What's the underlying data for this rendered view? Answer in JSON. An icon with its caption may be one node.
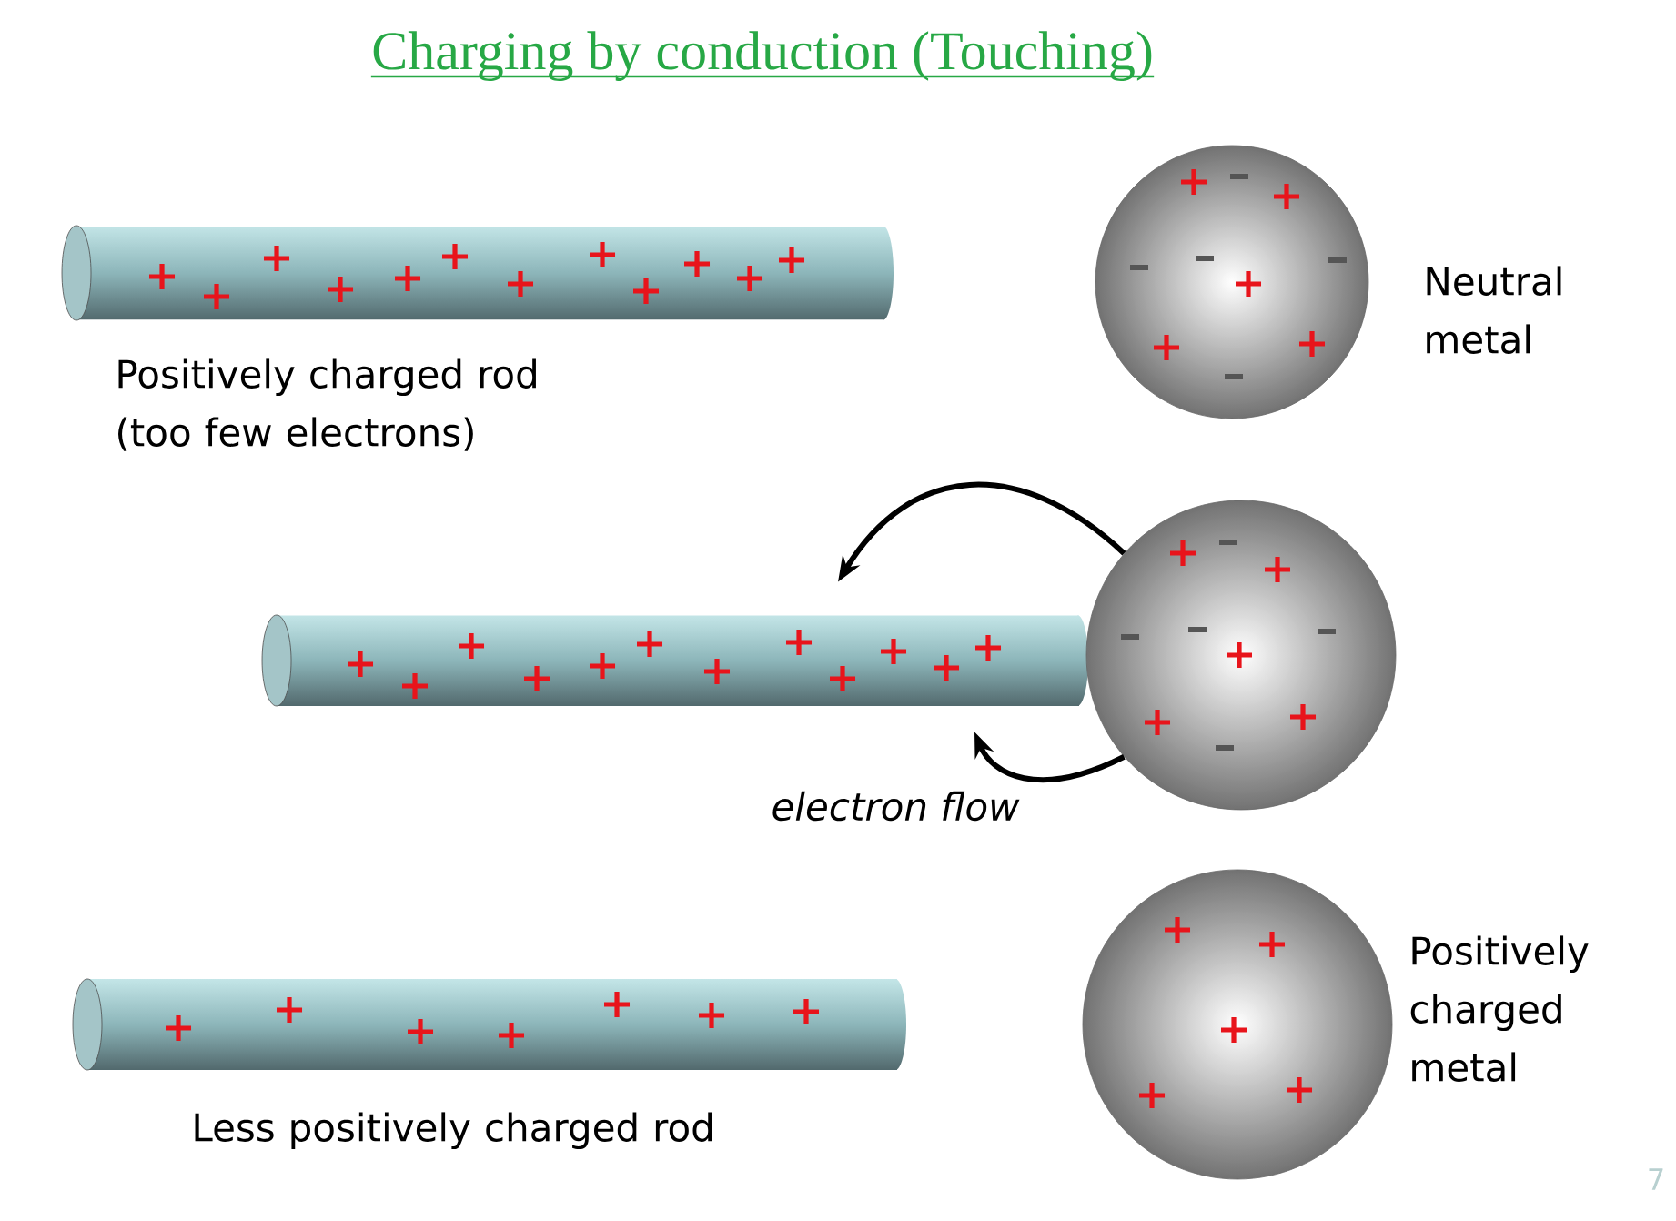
{
  "diagram": {
    "title": "Charging by conduction (Touching)",
    "nodes": [
      {
        "text": [],
        "shape": "cylinder",
        "beside": [
          "Positively charged rod (too few electrons)"
        ]
      },
      {
        "text": [],
        "shape": "circle",
        "beside": [
          "Neutral metal"
        ]
      },
      {
        "text": [],
        "shape": "cylinder"
      },
      {
        "text": [],
        "shape": "circle"
      },
      {
        "text": [],
        "shape": "cylinder",
        "beside": [
          "Less positively charged rod"
        ]
      },
      {
        "text": [],
        "shape": "circle",
        "beside": [
          "Positively charged metal"
        ]
      }
    ],
    "edges": [
      {
        "from": 3,
        "to": 2,
        "arrow": "to"
      },
      {
        "from": 3,
        "to": 2,
        "arrow": "to",
        "label": "electron flow"
      }
    ],
    "labels": [
      "7"
    ]
  }
}
